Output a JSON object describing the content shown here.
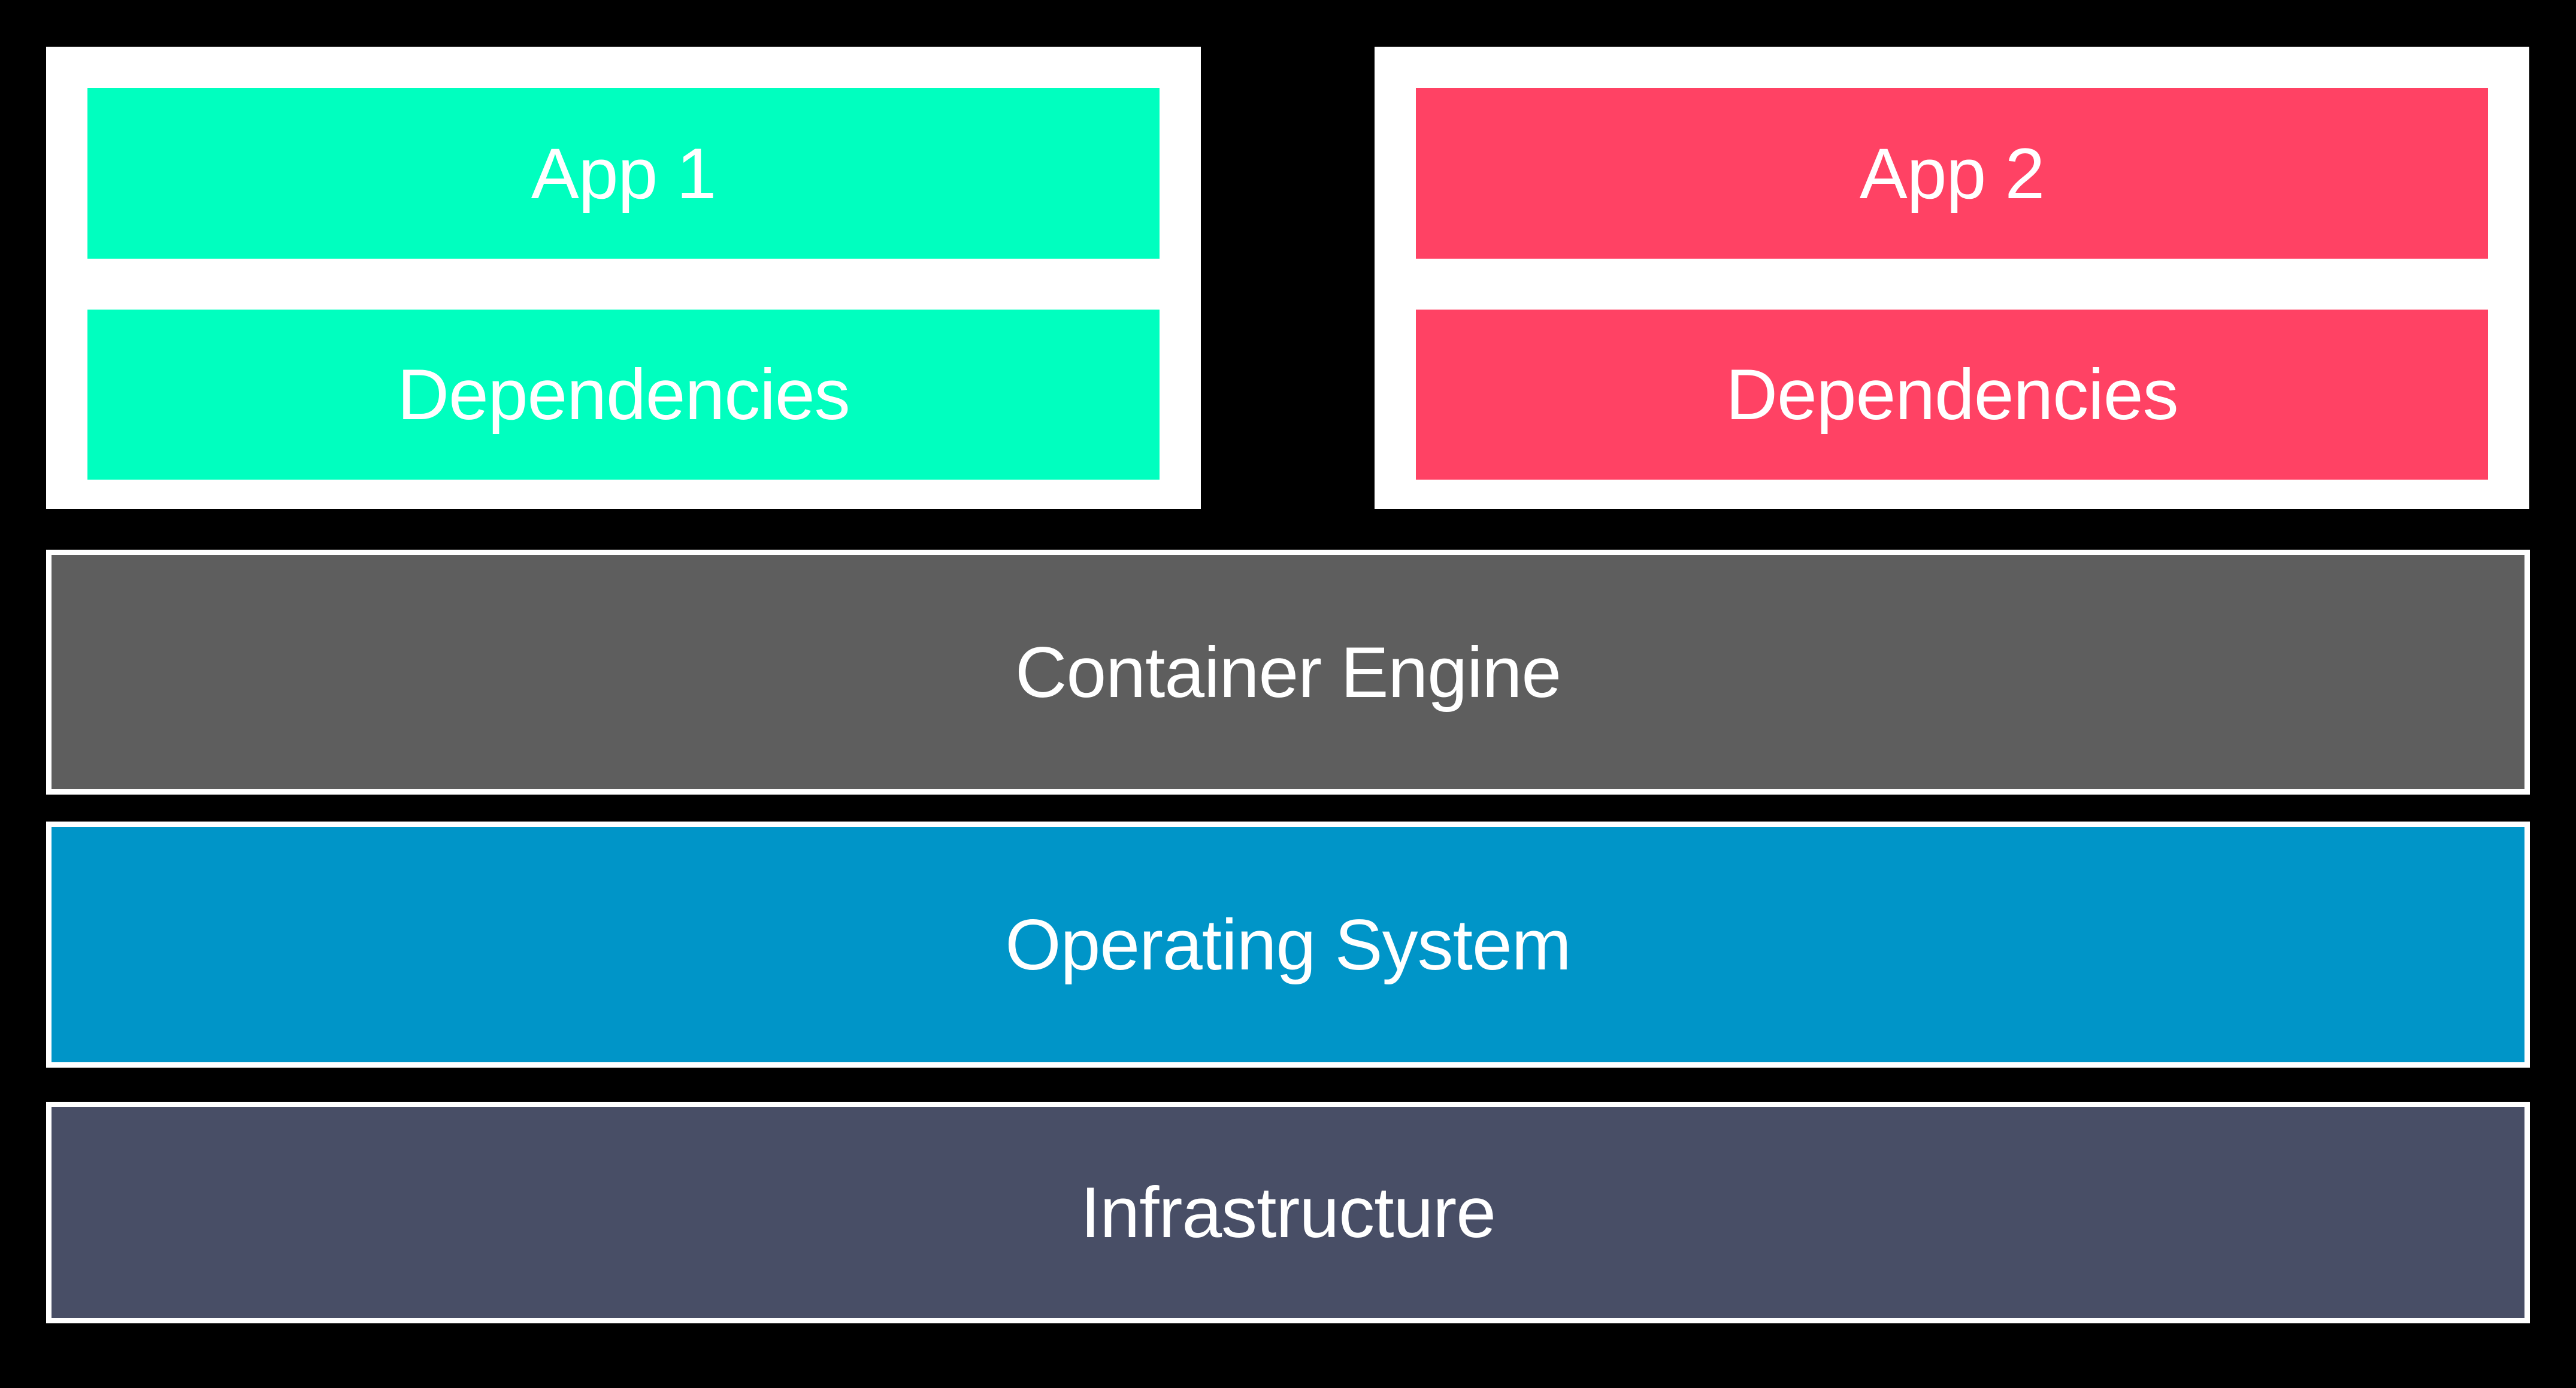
{
  "diagram": {
    "type": "container-architecture-stack",
    "background_color": "#000000",
    "text_color": "#FFFFFF"
  },
  "apps": [
    {
      "container_name": "app-container-1",
      "card_background": "#FFFFFF",
      "accent_color": "#00FFBF",
      "app_label": "App 1",
      "dependencies_label": "Dependencies"
    },
    {
      "container_name": "app-container-2",
      "card_background": "#FFFFFF",
      "accent_color": "#FF4264",
      "app_label": "App 2",
      "dependencies_label": "Dependencies"
    }
  ],
  "layers": [
    {
      "name": "container-engine",
      "label": "Container Engine",
      "color": "#5E5E5E",
      "border_color": "#FFFFFF"
    },
    {
      "name": "operating-system",
      "label": "Operating System",
      "color": "#0095C8",
      "border_color": "#FFFFFF"
    },
    {
      "name": "infrastructure",
      "label": "Infrastructure",
      "color": "#484E66",
      "border_color": "#FFFFFF"
    }
  ]
}
